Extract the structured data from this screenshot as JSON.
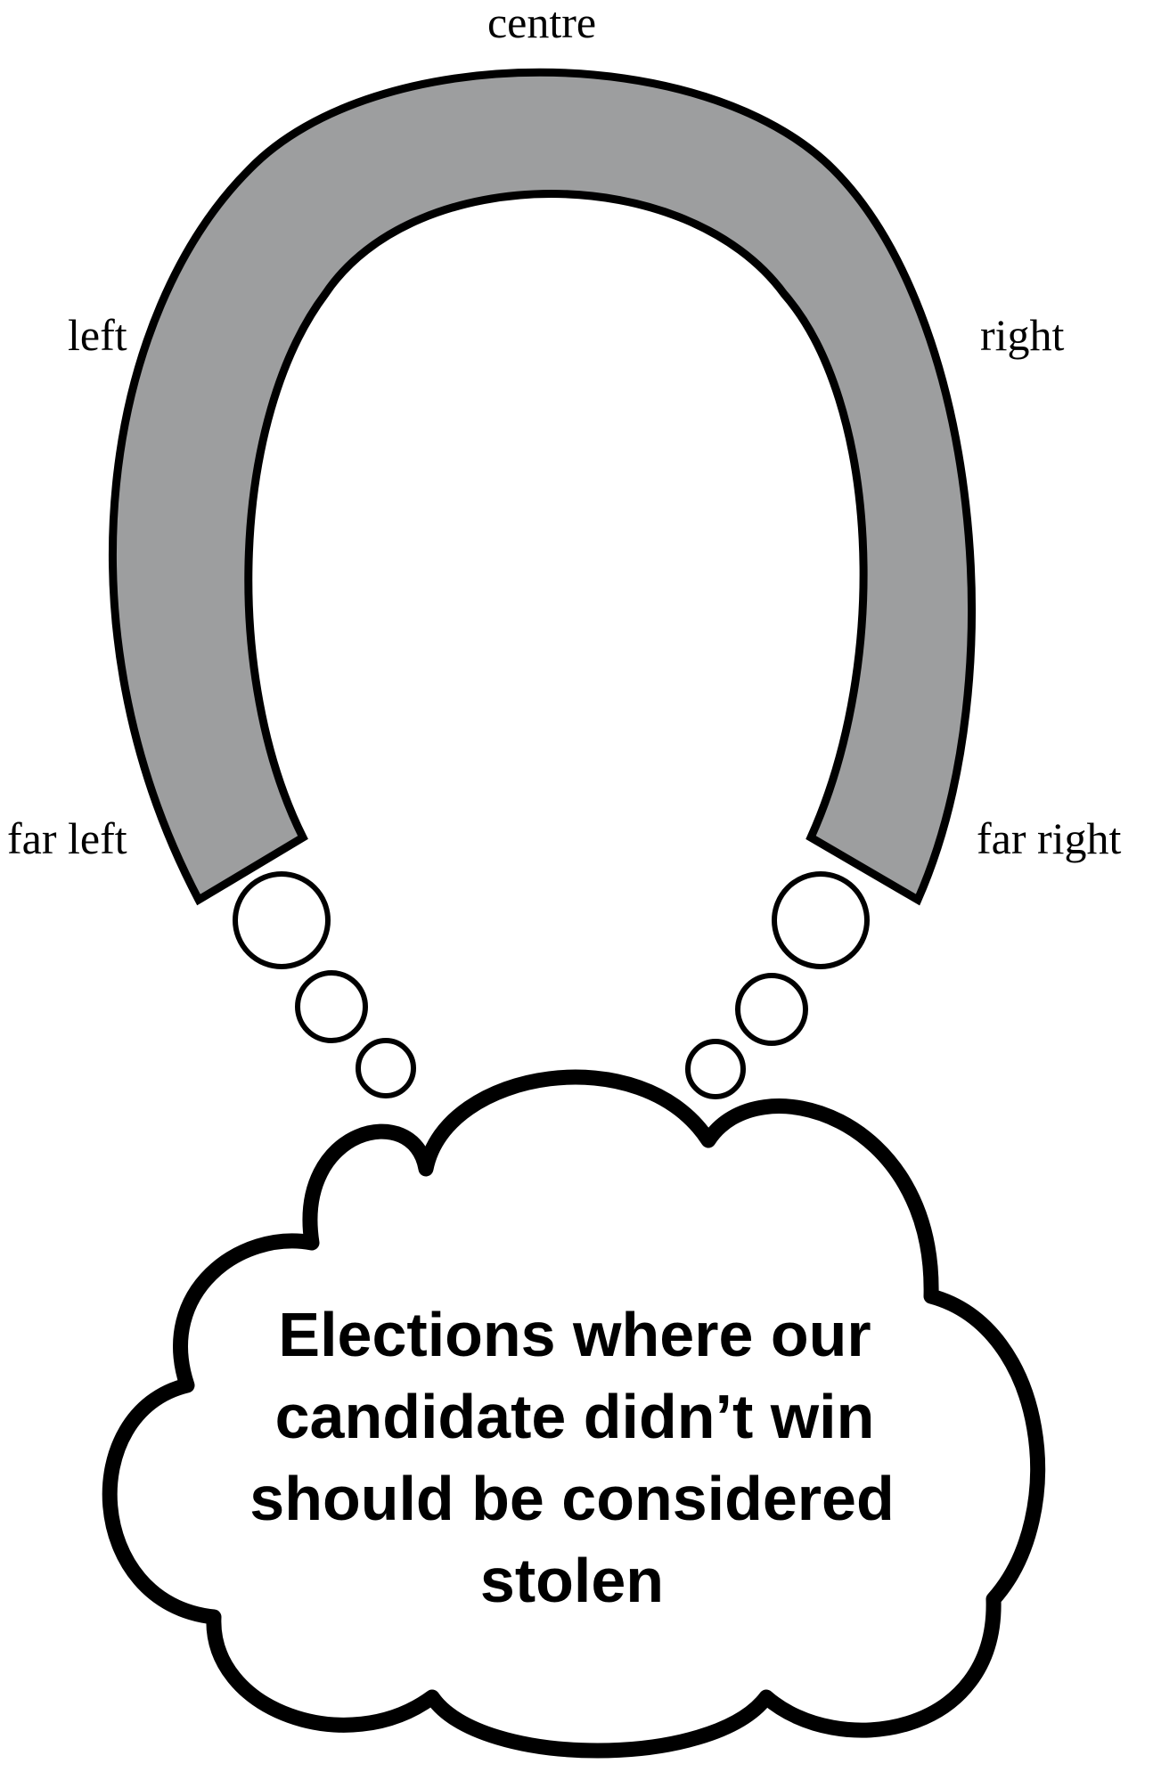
{
  "labels": {
    "centre": "centre",
    "left": "left",
    "right": "right",
    "far_left": "far left",
    "far_right": "far right"
  },
  "cloud": {
    "lines": [
      "Elections where our",
      "candidate didn’t win",
      "should be considered",
      "stolen"
    ]
  },
  "colors": {
    "horseshoe_fill": "#9d9e9f",
    "outline": "#000000",
    "background": "#ffffff"
  }
}
